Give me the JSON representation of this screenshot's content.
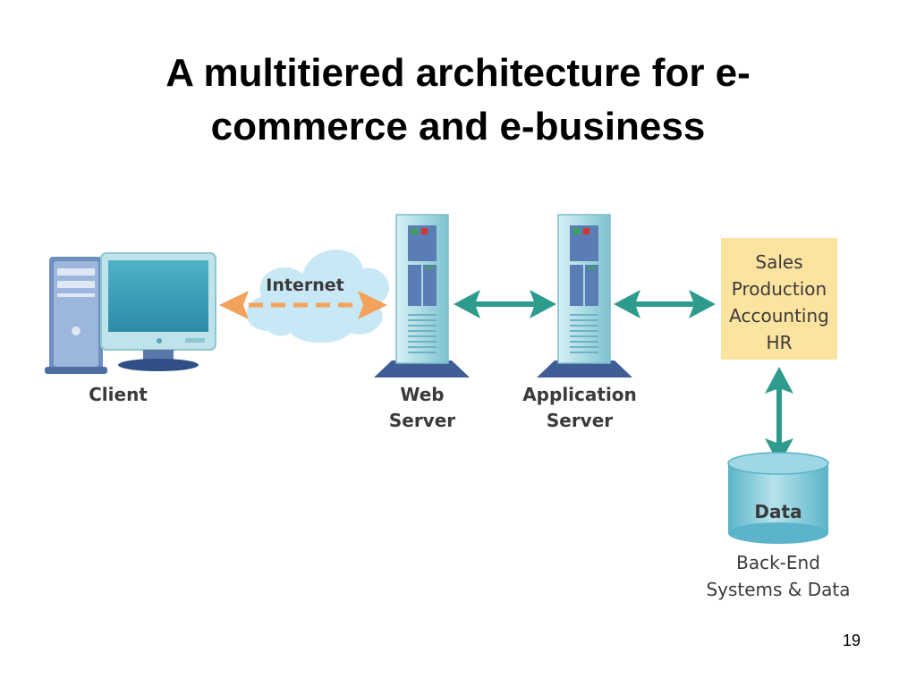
{
  "title": {
    "line1": "A multitiered architecture for e-",
    "line2": "commerce and e-business"
  },
  "nodes": {
    "client": {
      "label": "Client"
    },
    "internet": {
      "label": "Internet"
    },
    "web_server": {
      "label_line1": "Web",
      "label_line2": "Server"
    },
    "app_server": {
      "label_line1": "Application",
      "label_line2": "Server"
    },
    "business_box": {
      "items": [
        "Sales",
        "Production",
        "Accounting",
        "HR"
      ]
    },
    "data": {
      "label": "Data"
    },
    "back_end": {
      "label_line1": "Back-End",
      "label_line2": "Systems & Data"
    }
  },
  "page_number": "19",
  "colors": {
    "internet_arrow": "#f2a25a",
    "teal_arrow": "#2e9c8c",
    "business_box": "#fde3a0",
    "server": "#a9dbe4",
    "data_cylinder": "#6fc3d6"
  },
  "icons": [
    "desktop-computer-icon",
    "cloud-icon",
    "server-tower-icon",
    "database-cylinder-icon"
  ]
}
